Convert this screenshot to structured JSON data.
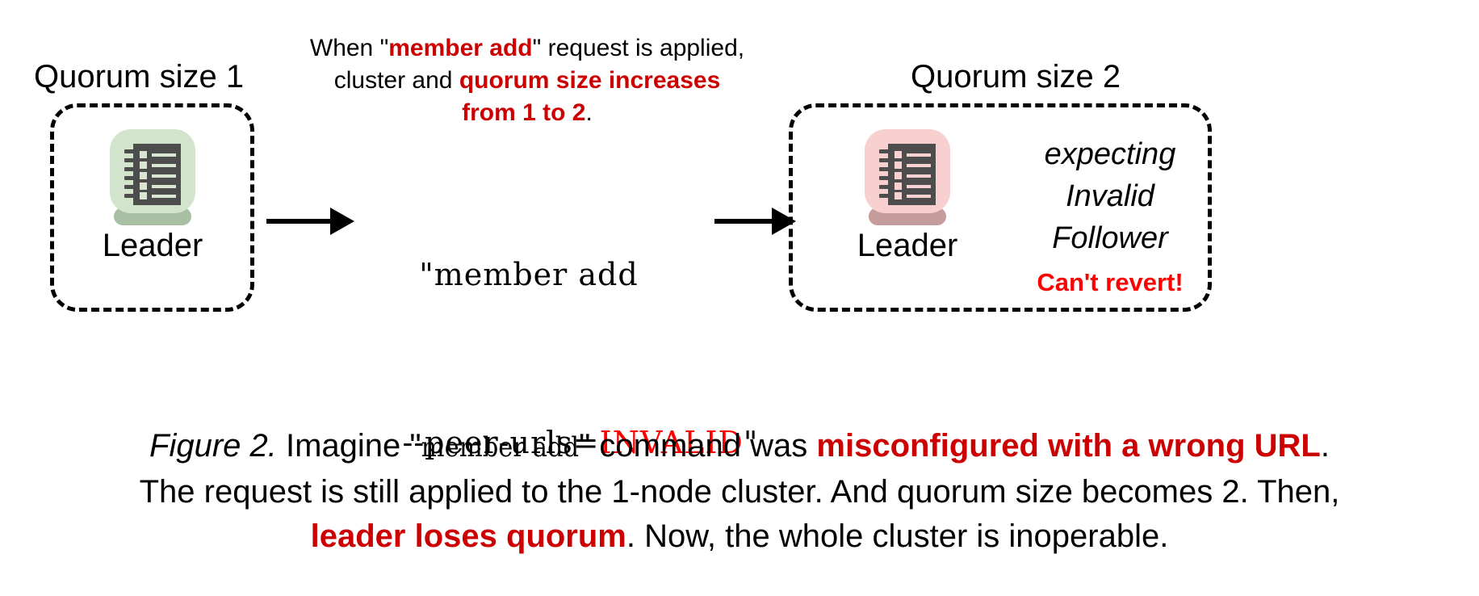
{
  "figure": {
    "background": "#ffffff",
    "accent_dark_red": "#CC0000",
    "accent_bright_red": "#FF0000"
  },
  "left_cluster": {
    "title": "Quorum size 1",
    "node": {
      "label": "Leader",
      "icon": "ledger-node-icon",
      "tile_color": "#D3E4CD",
      "tile_shadow": "#A9BFA3",
      "glyph_color": "#4D4D4D"
    }
  },
  "right_cluster": {
    "title": "Quorum size 2",
    "node": {
      "label": "Leader",
      "icon": "ledger-node-icon",
      "tile_color": "#F8CFCF",
      "tile_shadow": "#C49C9C",
      "glyph_color": "#4D4D4D"
    },
    "status_lines": [
      "expecting",
      "Invalid",
      "Follower"
    ],
    "warning": "Can't revert!"
  },
  "annotation": {
    "line1_pre": "When \"",
    "line1_hi": "member add",
    "line1_post": "\" request is applied,",
    "line2_pre": "cluster and ",
    "line2_hi": "quorum size increases",
    "line3_hi": "from 1 to 2",
    "line3_post": "."
  },
  "command": {
    "line1": "\"member add",
    "line2_pre": "--peer-urls=",
    "line2_invalid": "INVALID",
    "line2_post": "\""
  },
  "arrows": {
    "left_arrow": "arrow-right-icon",
    "right_arrow": "arrow-right-icon"
  },
  "caption": {
    "figure_label": "Figure 2.",
    "l1_a": " Imagine \"",
    "l1_mono": "member add",
    "l1_b": "\" command was ",
    "l1_hi": "misconfigured with a wrong URL",
    "l1_c": ".",
    "l2": "The request is still applied to the 1-node cluster. And quorum size becomes 2. Then,",
    "l3_hi": "leader loses quorum",
    "l3_post": ". Now, the whole cluster is inoperable."
  }
}
